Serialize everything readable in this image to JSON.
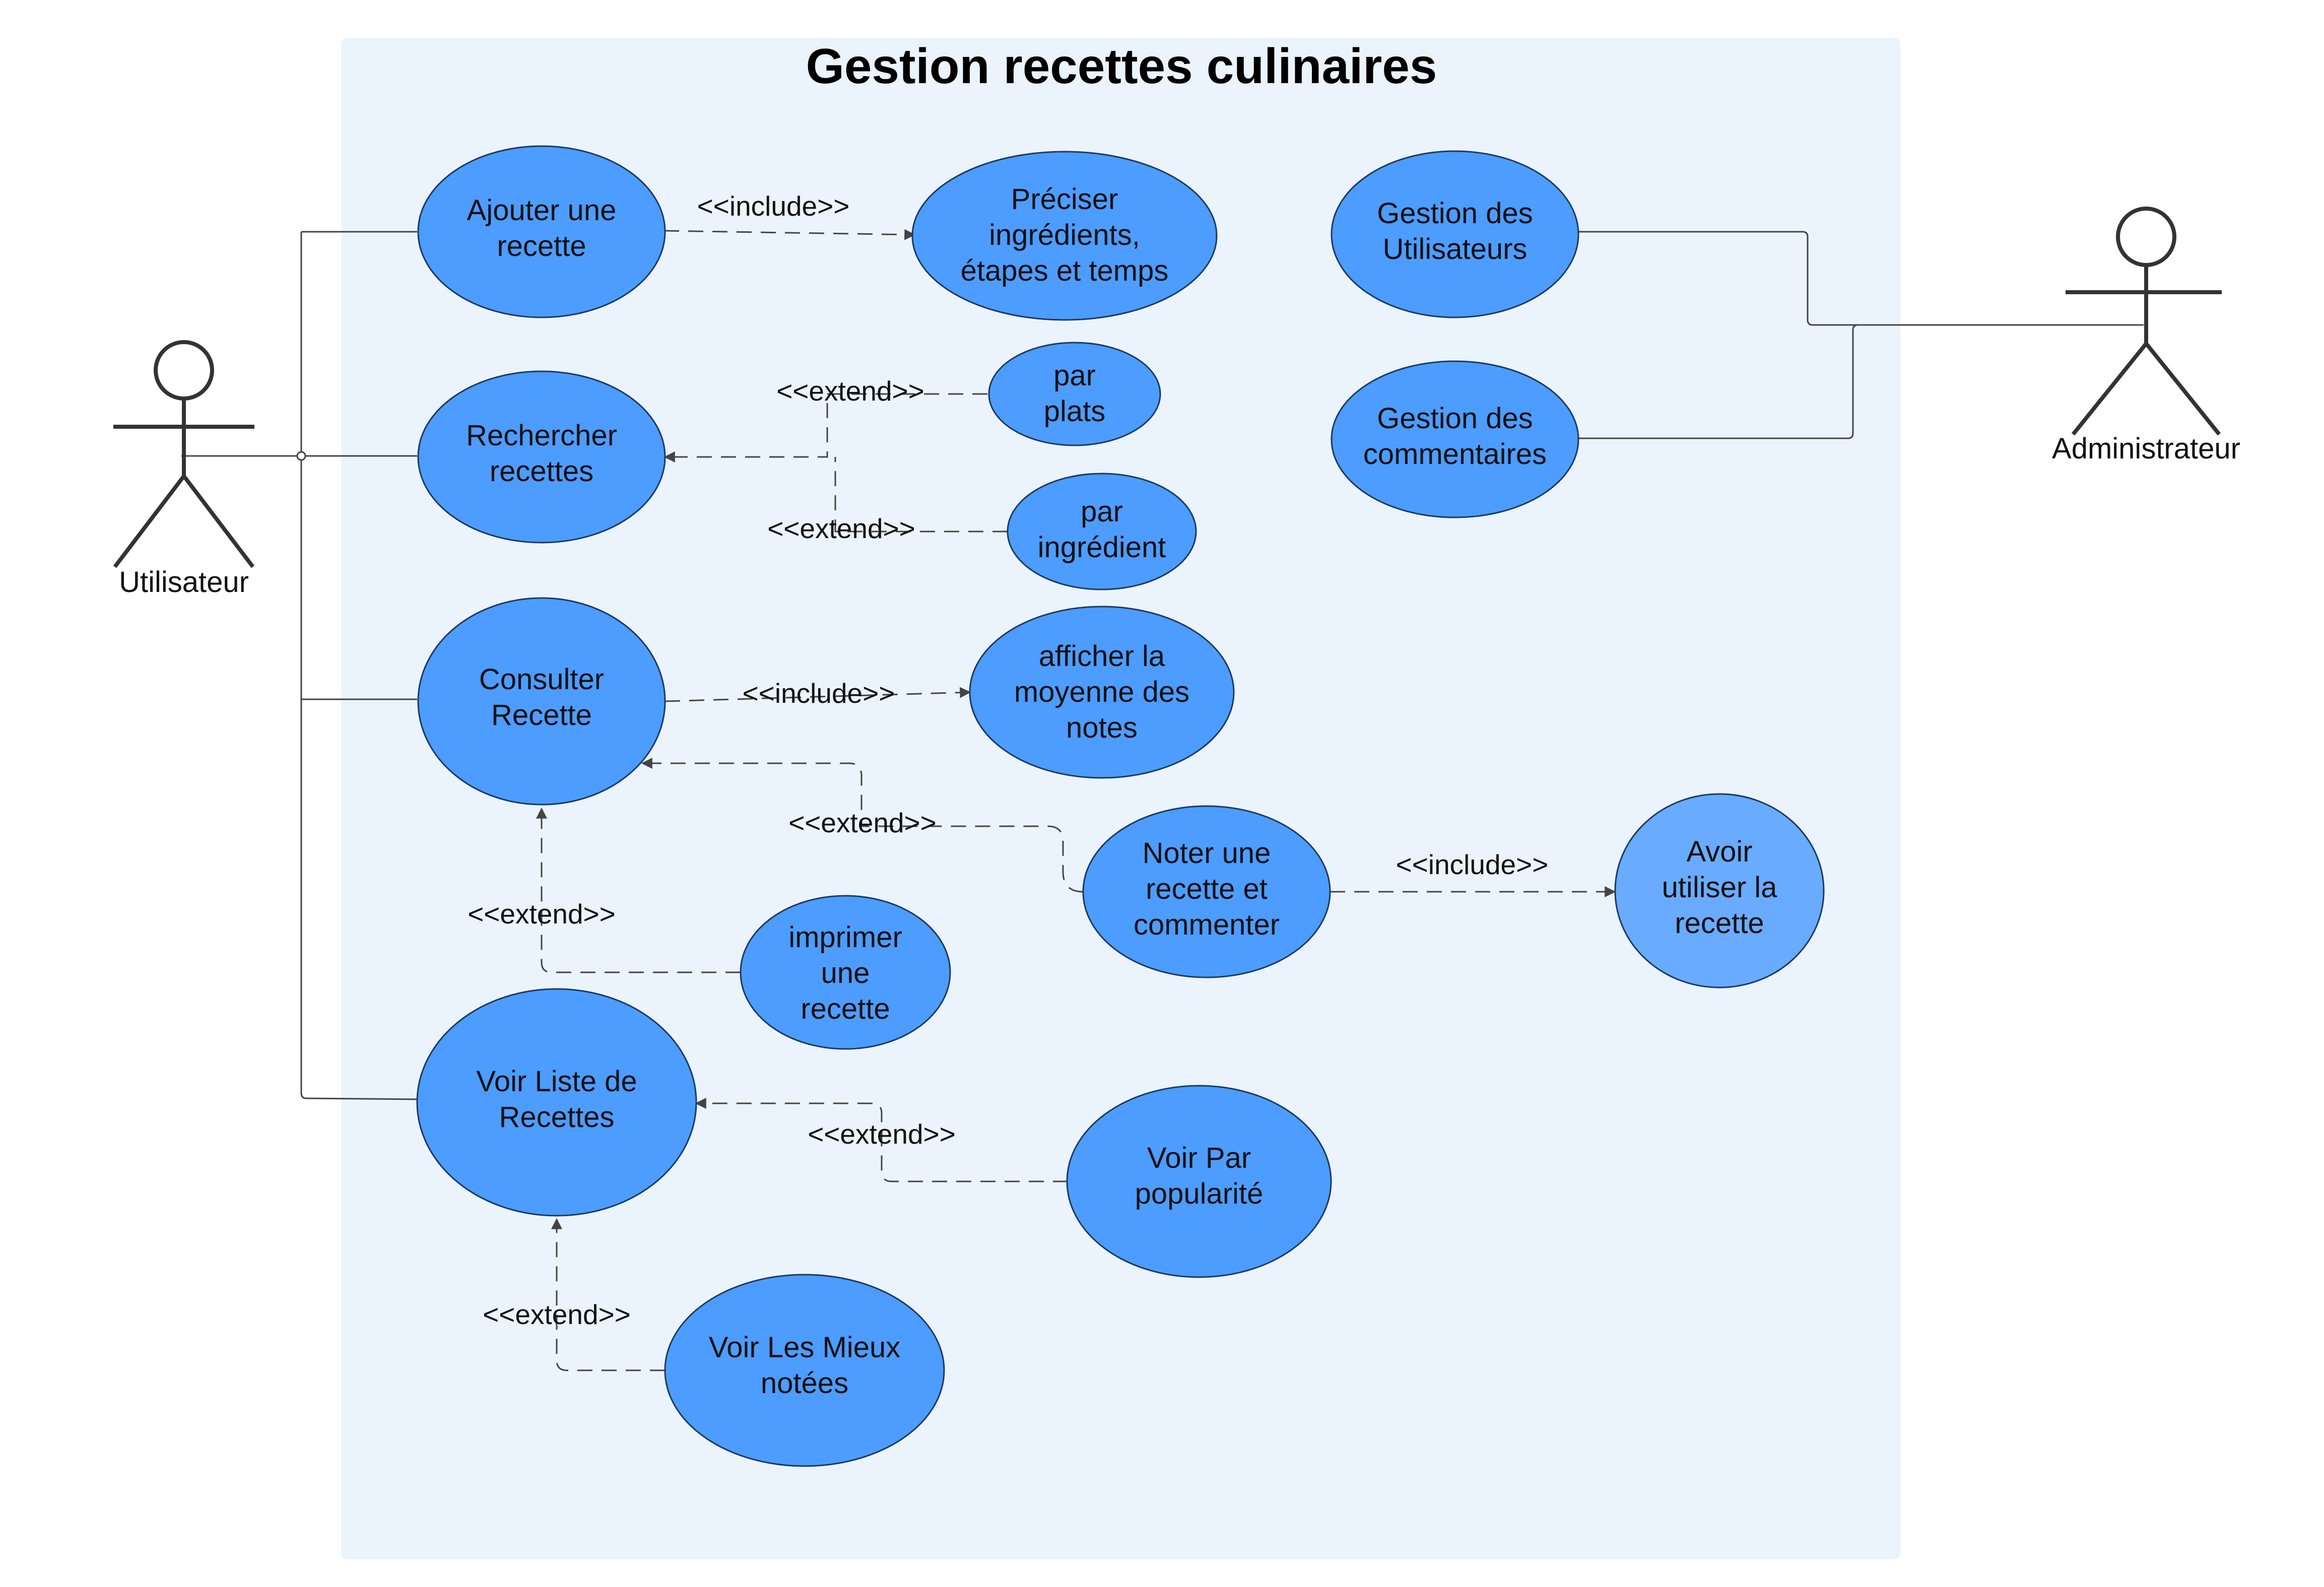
{
  "title": "Gestion recettes culinaires",
  "colors": {
    "system_background": "#ebf4fd",
    "use_case_fill": "#4d9cff",
    "use_case_fill_light": "#69abff",
    "use_case_stroke": "#1b3b62",
    "line": "#444444"
  },
  "actors": {
    "user": {
      "label": "Utilisateur"
    },
    "admin": {
      "label": "Administrateur"
    }
  },
  "use_cases": {
    "ajouter": [
      "Ajouter une",
      "recette"
    ],
    "preciser": [
      "Préciser",
      "ingrédients,",
      "étapes et temps"
    ],
    "rechercher": [
      "Rechercher",
      "recettes"
    ],
    "par_plats": [
      "par",
      "plats"
    ],
    "par_ingredient": [
      "par",
      "ingrédient"
    ],
    "consulter": [
      "Consulter",
      "Recette"
    ],
    "afficher": [
      "afficher la",
      "moyenne des",
      "notes"
    ],
    "noter": [
      "Noter une",
      "recette et",
      "commenter"
    ],
    "avoir": [
      "Avoir",
      "utiliser la",
      "recette"
    ],
    "imprimer": [
      "imprimer",
      "une",
      "recette"
    ],
    "voir_liste": [
      "Voir Liste de",
      "Recettes"
    ],
    "voir_popularite": [
      "Voir Par",
      "popularité"
    ],
    "voir_mieux": [
      "Voir Les Mieux",
      "notées"
    ],
    "gestion_utilisateurs": [
      "Gestion des",
      "Utilisateurs"
    ],
    "gestion_commentaires": [
      "Gestion des",
      "commentaires"
    ]
  },
  "relation_labels": {
    "include_ajouter_preciser": "<<include>>",
    "extend_plats": "<<extend>>",
    "extend_ingredient": "<<extend>>",
    "include_consulter_afficher": "<<include>>",
    "extend_noter": "<<extend>>",
    "include_noter_avoir": "<<include>>",
    "extend_imprimer": "<<extend>>",
    "extend_popularite": "<<extend>>",
    "extend_mieux": "<<extend>>"
  }
}
